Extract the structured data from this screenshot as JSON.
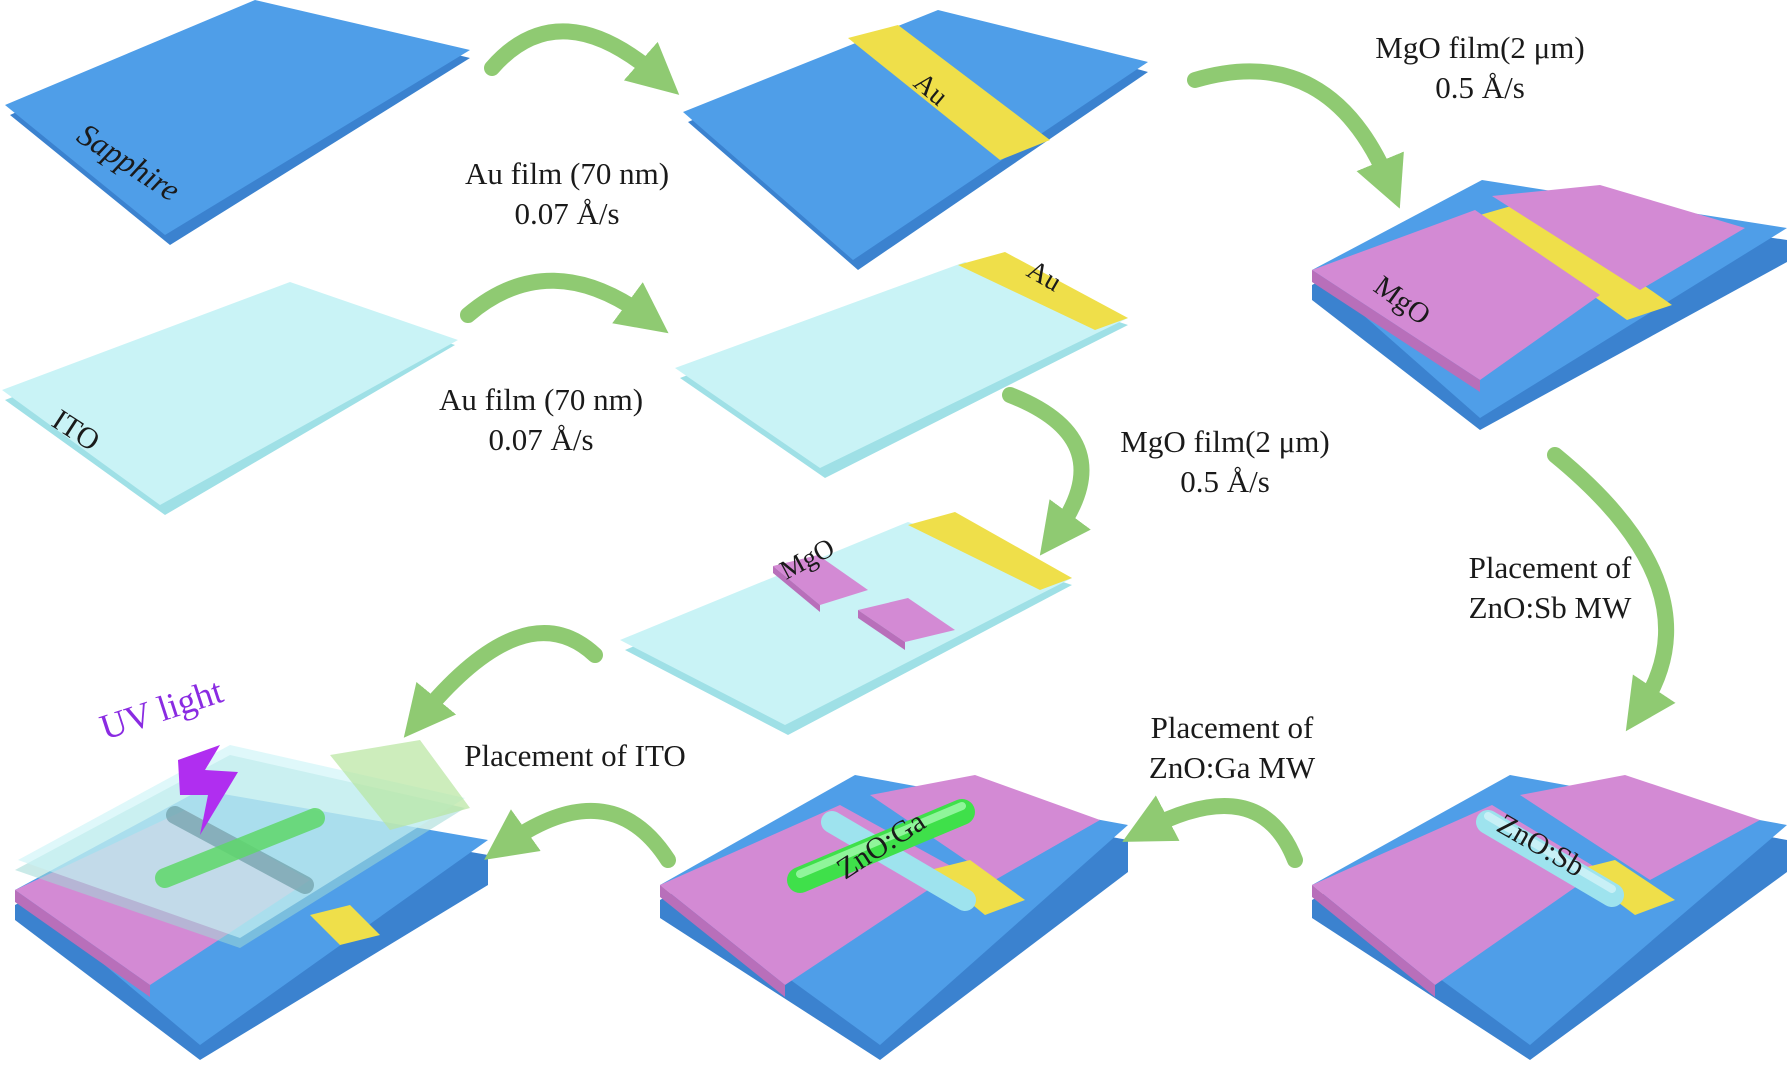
{
  "colors": {
    "sapphire": "#4f9ee8",
    "sapphire_side": "#3b82cf",
    "ito": "#c9f3f6",
    "ito_side": "#9fe0e6",
    "au": "#efdf4a",
    "mgo": "#d38ad4",
    "mgo_side": "#b86fba",
    "zno_ga": "#3fe04a",
    "zno_sb": "#9ee3ee",
    "arrow": "#8fca72",
    "uv": "#8a2be2"
  },
  "layer_labels": {
    "sapphire": "Sapphire",
    "au_top": "Au",
    "mgo_top": "MgO",
    "ito": "ITO",
    "au_ito": "Au",
    "mgo_ito": "MgO",
    "zno_ga": "ZnO:Ga",
    "zno_sb": "ZnO:Sb"
  },
  "steps": {
    "au_sapphire": {
      "line1": "Au film (70 nm)",
      "line2": "0.07 Å/s"
    },
    "mgo_sapphire": {
      "line1": "MgO film(2 μm)",
      "line2": "0.5 Å/s"
    },
    "au_ito": {
      "line1": "Au film (70 nm)",
      "line2": "0.07 Å/s"
    },
    "mgo_ito": {
      "line1": "MgO film(2 μm)",
      "line2": "0.5 Å/s"
    },
    "place_zno_sb": {
      "line1": "Placement of",
      "line2": "ZnO:Sb MW"
    },
    "place_zno_ga": {
      "line1": "Placement of",
      "line2": "ZnO:Ga MW"
    },
    "place_ito": {
      "line1": "Placement of ITO"
    }
  },
  "uv_label": "UV light",
  "icons": [
    "process-arrow-icon",
    "lightning-bolt-icon"
  ]
}
